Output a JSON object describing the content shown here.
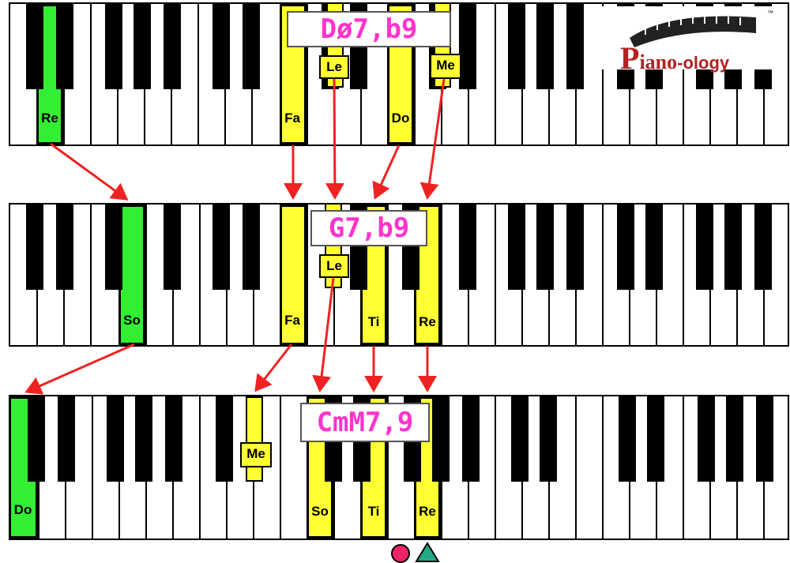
{
  "chords": [
    {
      "name": "Dø7,b9"
    },
    {
      "name": "G7,b9"
    },
    {
      "name": "CmM7,9"
    }
  ],
  "keyboards": [
    {
      "labels": [
        {
          "text": "Re",
          "key": "w1",
          "color": "green"
        },
        {
          "text": "Fa",
          "key": "w4",
          "color": "yellow"
        },
        {
          "text": "Do",
          "key": "w7",
          "color": "yellow"
        }
      ],
      "tags": [
        {
          "text": "Le",
          "key": "b4"
        },
        {
          "text": "Me",
          "key": "b6"
        }
      ]
    },
    {
      "labels": [
        {
          "text": "So",
          "key": "w2",
          "color": "green"
        },
        {
          "text": "Fa",
          "key": "w4",
          "color": "yellow"
        },
        {
          "text": "Ti",
          "key": "w6",
          "color": "yellow"
        },
        {
          "text": "Re",
          "key": "w7",
          "color": "yellow"
        }
      ],
      "tags": [
        {
          "text": "Le",
          "key": "b4"
        }
      ]
    },
    {
      "labels": [
        {
          "text": "Do",
          "key": "w0",
          "color": "green"
        },
        {
          "text": "So",
          "key": "w5",
          "color": "yellow"
        },
        {
          "text": "Ti",
          "key": "w6",
          "color": "yellow"
        },
        {
          "text": "Re",
          "key": "w7",
          "color": "yellow"
        }
      ],
      "tags": [
        {
          "text": "Me",
          "key": "b3"
        }
      ]
    }
  ],
  "logo": {
    "brand_first": "P",
    "brand_rest": "iano",
    "brand_suffix": "-ology",
    "tm": "™"
  },
  "colors": {
    "highlight_yellow": "#ffff33",
    "highlight_green": "#33ee33",
    "chord_text": "#ff33cc",
    "arrow": "#ee2222",
    "circle": "#ee2266",
    "triangle": "#22aa88"
  }
}
